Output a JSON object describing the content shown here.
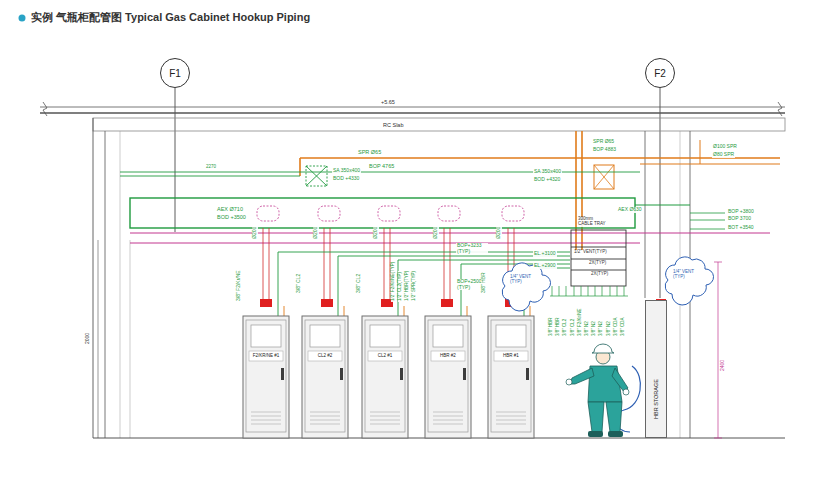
{
  "diagram": {
    "title": "实例 气瓶柜配管图 Typical Gas Cabinet Hookup Piping",
    "nodes": [
      {
        "text": [
          "F1"
        ]
      },
      {
        "text": [
          "F2"
        ]
      },
      {
        "text": [
          "F2/KR/NE #1"
        ]
      },
      {
        "text": [
          "CL2 #2"
        ]
      },
      {
        "text": [
          "CL2 #1"
        ]
      },
      {
        "text": [
          "HBR #2"
        ]
      },
      {
        "text": [
          "HBR #1"
        ]
      },
      {
        "text": [
          "HBR STORAGE"
        ]
      }
    ],
    "labels": [
      "+5.65",
      "RC Slab",
      "SPR Ø65",
      "BOP 4765",
      "SA 350x400",
      "BOD +4330",
      "SA 350x400",
      "BOD +4320",
      "SPR Ø65",
      "BOP 4883",
      "Ø100 SPR",
      "Ø80 SPR",
      "AEX Ø710",
      "BOD +3500",
      "AEX Ø630",
      "BOP +3800",
      "BOP 3700",
      "BOT +3540",
      "300mm CABLE TRAY",
      "1/2\" VENT(TYP)",
      "2X(TYP)",
      "2X(TYP)",
      "EL.+3100",
      "EL.+2900",
      "BOP+3233 (TYP)",
      "BOP+2500 (TYP)",
      "Ø200",
      "Ø200",
      "Ø200",
      "Ø200",
      "Ø200",
      "3/8\" F2/Kr/NE",
      "3/8\" CL2",
      "3/8\" CL2",
      "1/2\" F2/Kr/NE(TYP)",
      "1/2\" CL2(TYP)",
      "1/2\" HBR(TYP)",
      "1/2\" SPR(TYP)",
      "3/8\" HBR",
      "3/8\" HBR",
      "3/8\" HBR",
      "3/8\" CL2",
      "3/8\" CL2",
      "3/8\" F2/Kr/NE",
      "3/8\" N2",
      "3/8\" N2",
      "3/8\" N2",
      "3/8\" N2",
      "3/8\" CDA",
      "3/8\" CDA",
      "1/4\" VENT (TYP)",
      "1/4\" VENT (TYP)",
      "2400",
      "2000",
      "2270"
    ]
  }
}
